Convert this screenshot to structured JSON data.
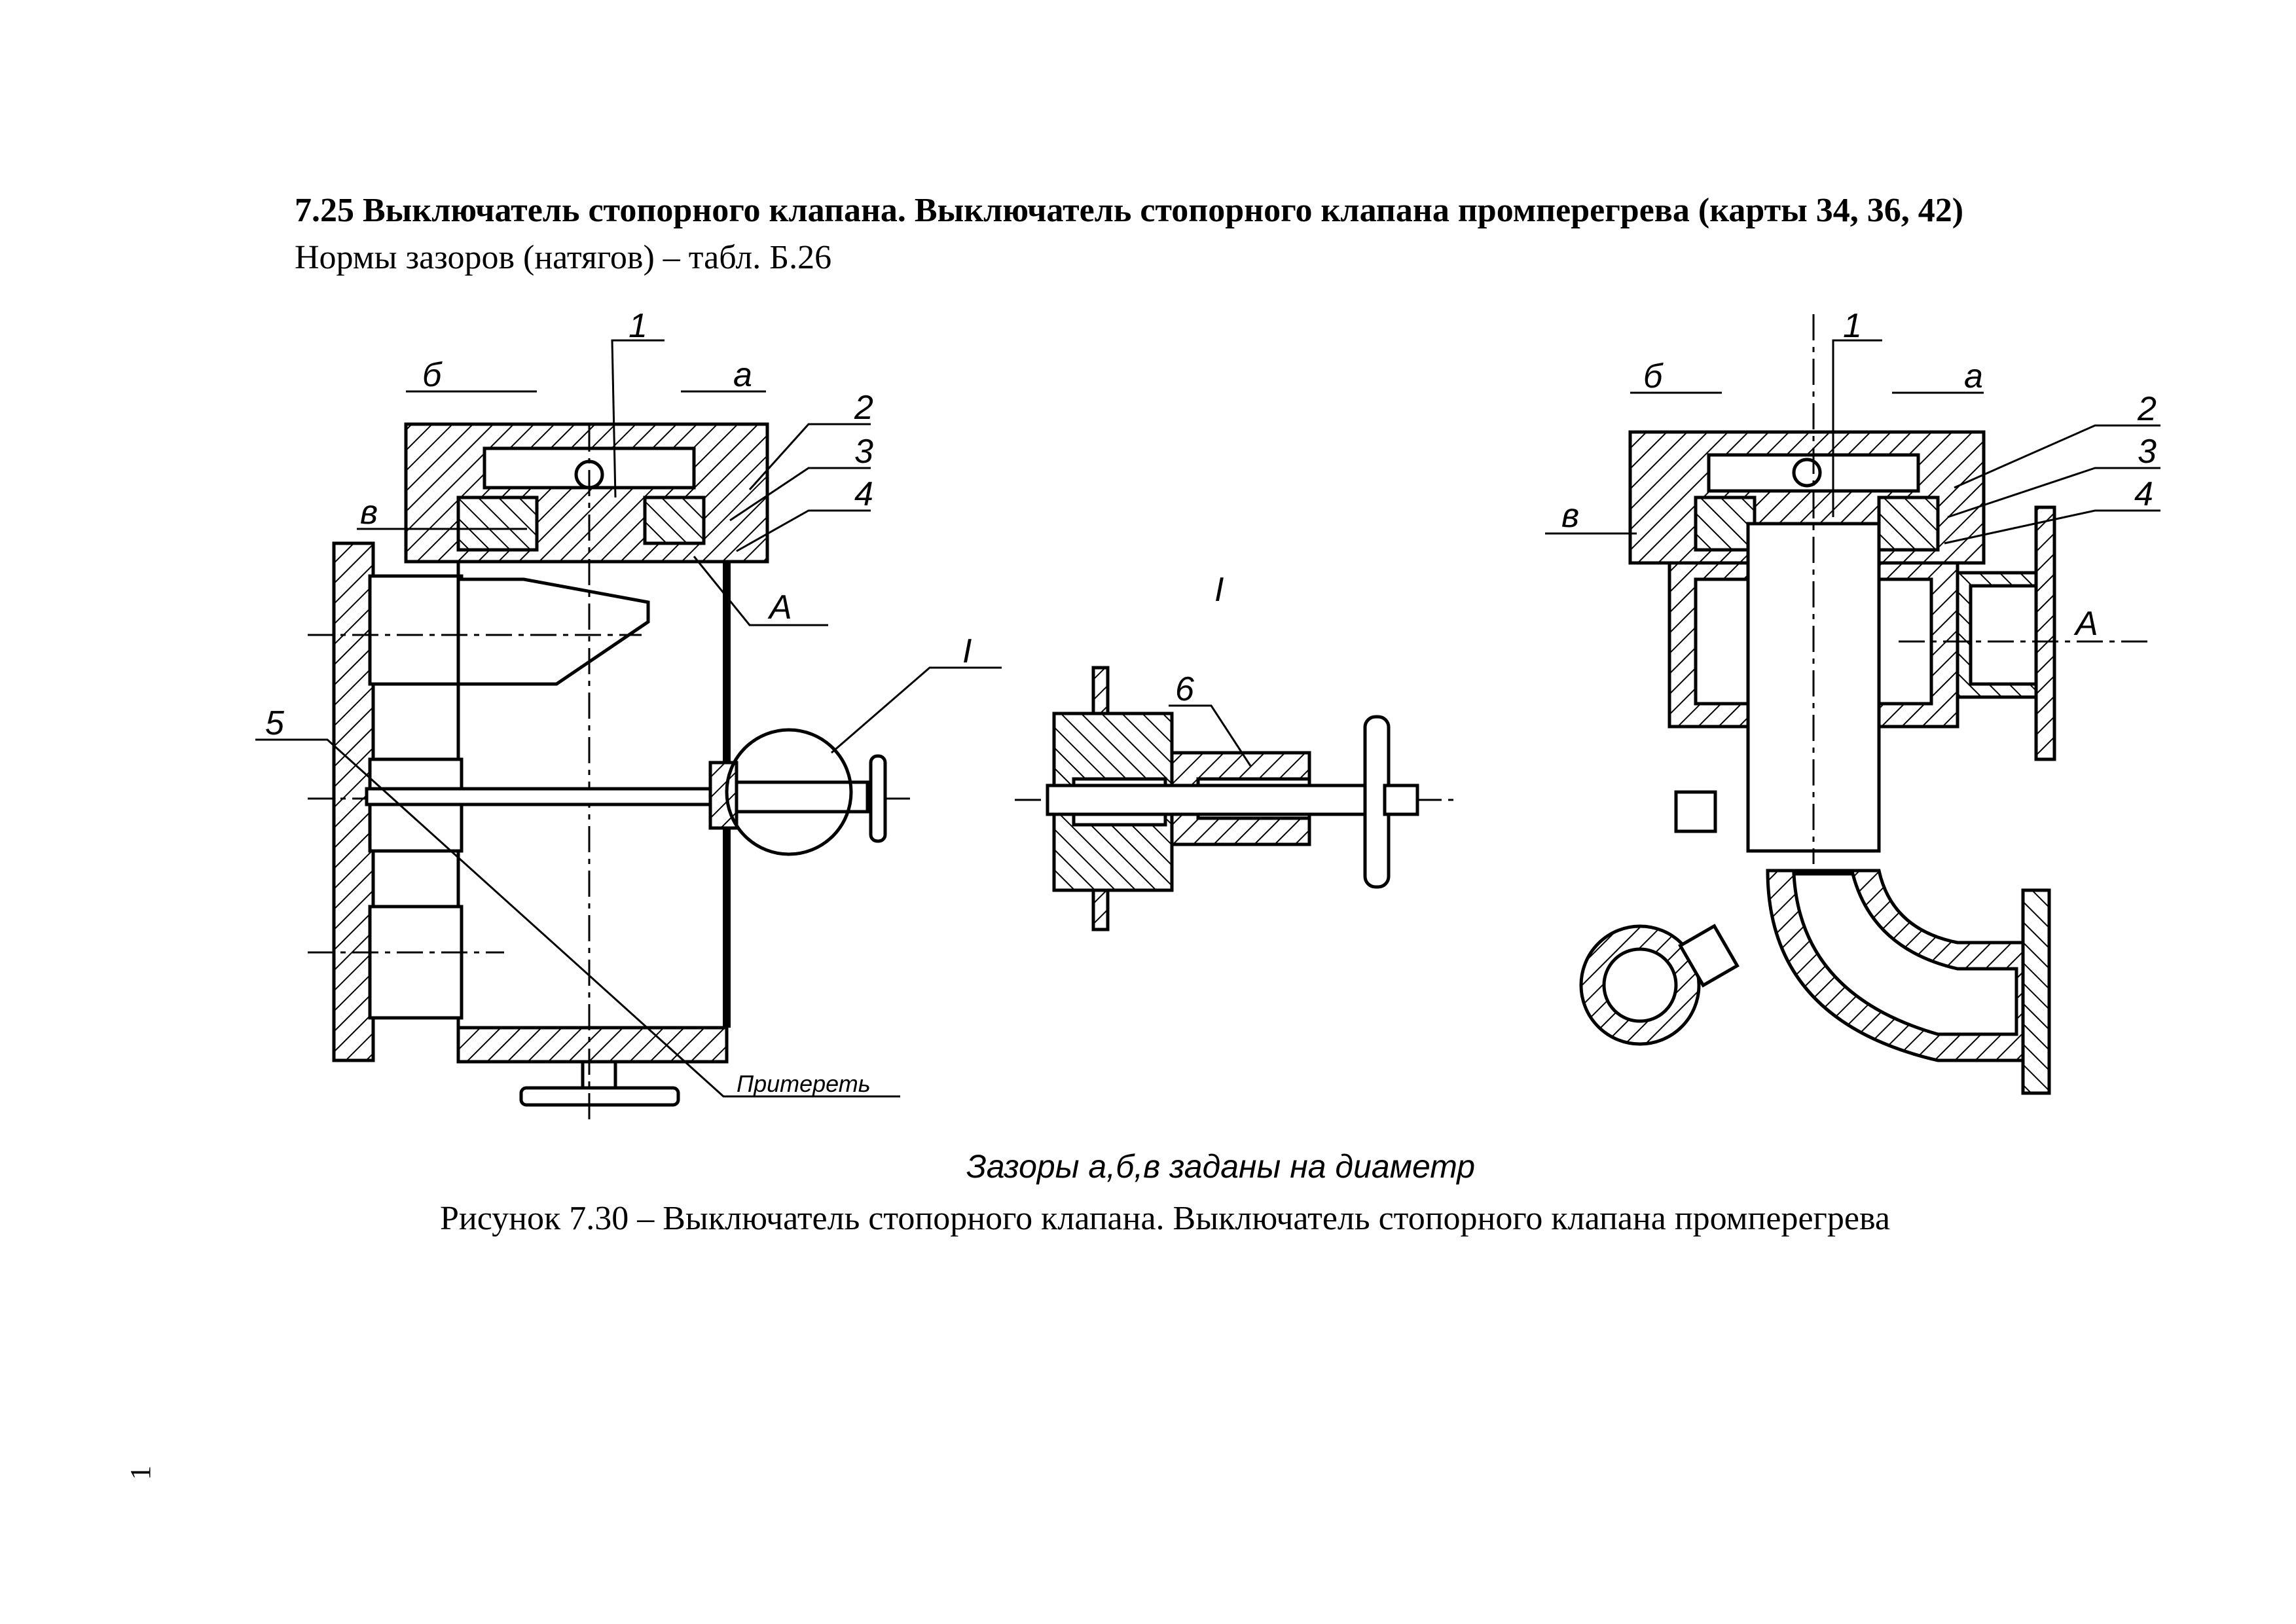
{
  "section": {
    "title": "7.25 Выключатель стопорного клапана. Выключатель стопорного клапана промперегрева (карты 34, 36, 42)",
    "subtitle": "Нормы зазоров (натягов) – табл. Б.26"
  },
  "figure": {
    "left_view": {
      "labels": {
        "pos1": "1",
        "pos2": "2",
        "pos3": "3",
        "pos4": "4",
        "pos5": "5",
        "gap_a": "а",
        "gap_b": "б",
        "gap_v": "в",
        "view_A": "А",
        "detail_I": "I",
        "lap_note": "Притереть"
      }
    },
    "detail_view": {
      "labels": {
        "title": "I",
        "pos6": "6"
      }
    },
    "right_view": {
      "labels": {
        "pos1": "1",
        "pos2": "2",
        "pos3": "3",
        "pos4": "4",
        "gap_a": "а",
        "gap_b": "б",
        "gap_v": "в",
        "view_A": "А"
      }
    },
    "note": "Зазоры а,б,в заданы на диаметр",
    "caption": "Рисунок 7.30 – Выключатель стопорного клапана. Выключатель стопорного клапана промперегрева"
  },
  "page_number": "1"
}
